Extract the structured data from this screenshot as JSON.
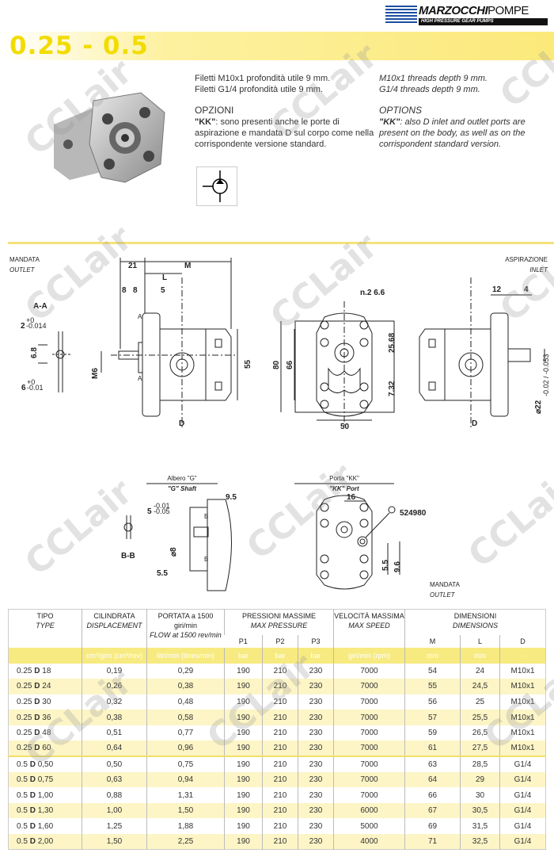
{
  "logo": {
    "brand": "MARZOCCHI",
    "brand2": "POMPE",
    "tagline": "HIGH PRESSURE GEAR PUMPS"
  },
  "title": "0.25 - 0.5",
  "notes_it": {
    "line1": "Filetti M10x1 profondità utile 9 mm.",
    "line2": "Filetti G1/4 profondità utile 9 mm.",
    "options_heading": "OPZIONI",
    "kk": "\"KK\"",
    "options_text": ": sono presenti anche le porte di aspirazione e mandata D sul corpo come nella corrispondente versione standard."
  },
  "notes_en": {
    "line1": "M10x1 threads depth 9 mm.",
    "line2": "G1/4 threads depth 9 mm.",
    "options_heading": "OPTIONS",
    "kk": "\"KK\"",
    "options_text": ": also D inlet and outlet ports are present on the body, as well as on the corrispondent standard version."
  },
  "drawing": {
    "outlet_it": "MANDATA",
    "outlet_en": "OUTLET",
    "inlet_it": "ASPIRAZIONE",
    "inlet_en": "INLET",
    "section_aa": "A-A",
    "aa_2": "2",
    "aa_2_tol_up": "+0",
    "aa_2_tol_low": "-0.014",
    "aa_68": "6.8",
    "aa_6": "6",
    "aa_6_tol_up": "+0",
    "aa_6_tol_low": "-0.01",
    "d21": "21",
    "dM": "M",
    "dL": "L",
    "d8a": "8",
    "d8b": "8",
    "d5": "5",
    "secA": "A",
    "m6": "M6",
    "d55": "55",
    "dD": "D",
    "d80": "80",
    "d66": "66",
    "n2": "n.2 6.6",
    "d2568": "25.68",
    "d732": "7.32",
    "d50": "50",
    "d12": "12",
    "d4": "4",
    "d22": "⌀22",
    "d22_tol": "-0.02 / -0.053",
    "shaft_it": "Albero \"G\"",
    "shaft_en": "\"G\" Shaft",
    "d95": "9.5",
    "secB": "B",
    "d5b": "5",
    "d5b_tol_up": "-0.01",
    "d5b_tol_low": "-0.05",
    "section_bb": "B-B",
    "d8": "⌀8",
    "d55b": "5.5",
    "port_it": "Porta \"KK\"",
    "port_en": "\"KK\" Port",
    "d16": "16",
    "oring": "524980",
    "d55c": "5.5",
    "d96": "9.6"
  },
  "table": {
    "headers": [
      {
        "it": "TIPO",
        "en": "TYPE"
      },
      {
        "it": "CILINDRATA",
        "en": "DISPLACEMENT"
      },
      {
        "it": "PORTATA a 1500 giri/min",
        "en": "FLOW at 1500 rev/min"
      },
      {
        "it": "PRESSIONI MASSIME",
        "en": "MAX PRESSURE"
      },
      {
        "it": "VELOCITÀ MASSIMA",
        "en": "MAX SPEED"
      },
      {
        "it": "DIMENSIONI",
        "en": "DIMENSIONS"
      }
    ],
    "subheaders": {
      "p1": "P1",
      "p2": "P2",
      "p3": "P3",
      "m": "M",
      "l": "L",
      "d": "D"
    },
    "units": [
      "cm³/giro (cm³/rev)",
      "litri/min (litres/min)",
      "bar",
      "bar",
      "bar",
      "giri/min (rpm)",
      "mm",
      "mm",
      "-"
    ],
    "rows": [
      [
        "0.25",
        "18",
        "0,19",
        "0,29",
        "190",
        "210",
        "230",
        "7000",
        "54",
        "24",
        "M10x1"
      ],
      [
        "0.25",
        "24",
        "0,26",
        "0,38",
        "190",
        "210",
        "230",
        "7000",
        "55",
        "24,5",
        "M10x1"
      ],
      [
        "0.25",
        "30",
        "0,32",
        "0,48",
        "190",
        "210",
        "230",
        "7000",
        "56",
        "25",
        "M10x1"
      ],
      [
        "0.25",
        "36",
        "0,38",
        "0,58",
        "190",
        "210",
        "230",
        "7000",
        "57",
        "25,5",
        "M10x1"
      ],
      [
        "0.25",
        "48",
        "0,51",
        "0,77",
        "190",
        "210",
        "230",
        "7000",
        "59",
        "26,5",
        "M10x1"
      ],
      [
        "0.25",
        "60",
        "0,64",
        "0,96",
        "190",
        "210",
        "230",
        "7000",
        "61",
        "27,5",
        "M10x1"
      ],
      [
        "0.5",
        "0,50",
        "0,50",
        "0,75",
        "190",
        "210",
        "230",
        "7000",
        "63",
        "28,5",
        "G1/4"
      ],
      [
        "0.5",
        "0,75",
        "0,63",
        "0,94",
        "190",
        "210",
        "230",
        "7000",
        "64",
        "29",
        "G1/4"
      ],
      [
        "0.5",
        "1,00",
        "0,88",
        "1,31",
        "190",
        "210",
        "230",
        "7000",
        "66",
        "30",
        "G1/4"
      ],
      [
        "0.5",
        "1,30",
        "1,00",
        "1,50",
        "190",
        "210",
        "230",
        "6000",
        "67",
        "30,5",
        "G1/4"
      ],
      [
        "0.5",
        "1,60",
        "1,25",
        "1,88",
        "190",
        "210",
        "230",
        "5000",
        "69",
        "31,5",
        "G1/4"
      ],
      [
        "0.5",
        "2,00",
        "1,50",
        "2,25",
        "190",
        "210",
        "230",
        "4000",
        "71",
        "32,5",
        "G1/4"
      ]
    ],
    "type_letter": "D"
  },
  "watermark": "CCLair"
}
